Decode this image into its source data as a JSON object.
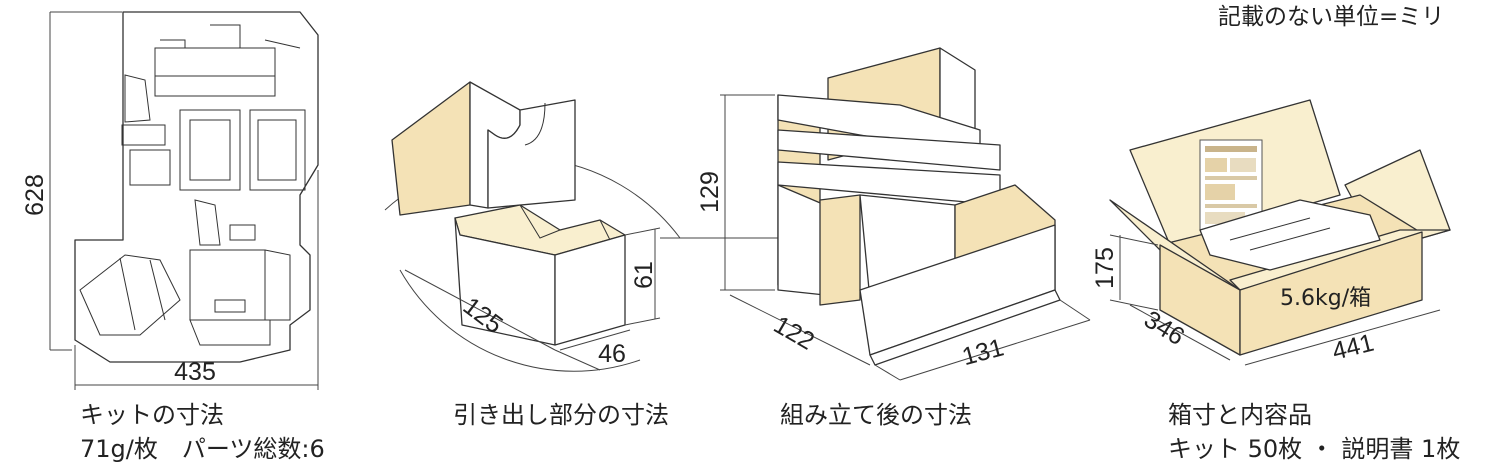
{
  "note": "記載のない単位=ミリ",
  "kit": {
    "height_label": "628",
    "width_label": "435",
    "caption_line1": "キットの寸法",
    "caption_line2": "71g/枚　パーツ総数:6"
  },
  "drawer": {
    "length_label": "125",
    "height_label": "61",
    "width_label": "46",
    "caption": "引き出し部分の寸法"
  },
  "assembled": {
    "height_label": "129",
    "depth_label": "122",
    "width_label": "131",
    "caption": "組み立て後の寸法"
  },
  "box": {
    "height_label": "175",
    "depth_label": "346",
    "width_label": "441",
    "weight_label": "5.6kg/箱",
    "caption_line1": "箱寸と内容品",
    "caption_line2": "キット 50枚 ・ 説明書 1枚"
  },
  "colors": {
    "cream": "#f4e2b6",
    "cream_light": "#f9efcf",
    "line": "#333333"
  }
}
